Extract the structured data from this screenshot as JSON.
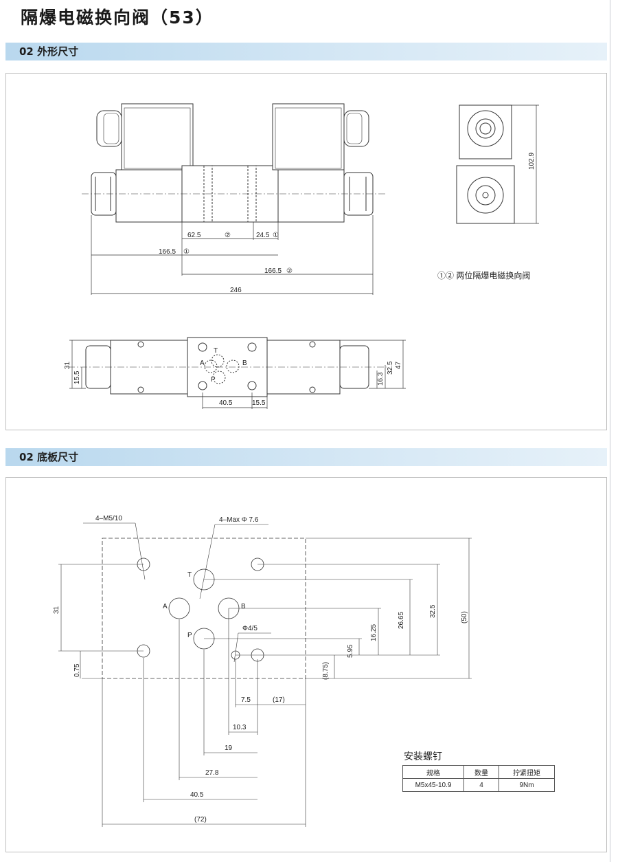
{
  "page": {
    "title": "隔爆电磁换向阀（53）"
  },
  "sections": [
    {
      "label": "02 外形尺寸"
    },
    {
      "label": "02 底板尺寸"
    }
  ],
  "outline": {
    "dims": {
      "d62_5": "62.5",
      "d24_5": "24.5",
      "d166_5a": "166.5",
      "d166_5b": "166.5",
      "d246": "246",
      "d102_9": "102.9",
      "d31": "31",
      "d15_5": "15.5",
      "d16_3": "16.3",
      "d32_5": "32.5",
      "d47": "47",
      "d40_5": "40.5",
      "d15_5b": "15.5"
    },
    "markers": {
      "m1": "①",
      "m2": "②"
    },
    "port_labels": {
      "T": "T",
      "A": "A",
      "B": "B",
      "P": "P"
    },
    "note": "①② 两位隔爆电磁换向阀"
  },
  "baseplate": {
    "callouts": {
      "thread": "4–M5/10",
      "hole": "4–Max Φ 7.6",
      "pin": "Φ4/5"
    },
    "port_labels": {
      "T": "T",
      "A": "A",
      "B": "B",
      "P": "P"
    },
    "dims": {
      "d31": "31",
      "d0_75": "0.75",
      "d5_95": "5.95",
      "d16_25": "16.25",
      "d26_65": "26.65",
      "d32_5": "32.5",
      "d50": "(50)",
      "d8_75": "(8.75)",
      "d7_5": "7.5",
      "d17": "(17)",
      "d10_3": "10.3",
      "d19": "19",
      "d27_8": "27.8",
      "d40_5": "40.5",
      "d72": "(72)"
    }
  },
  "screws": {
    "title": "安装螺钉",
    "headers": [
      "规格",
      "数量",
      "拧紧扭矩"
    ],
    "row": [
      "M5x45-10.9",
      "4",
      "9Nm"
    ]
  }
}
